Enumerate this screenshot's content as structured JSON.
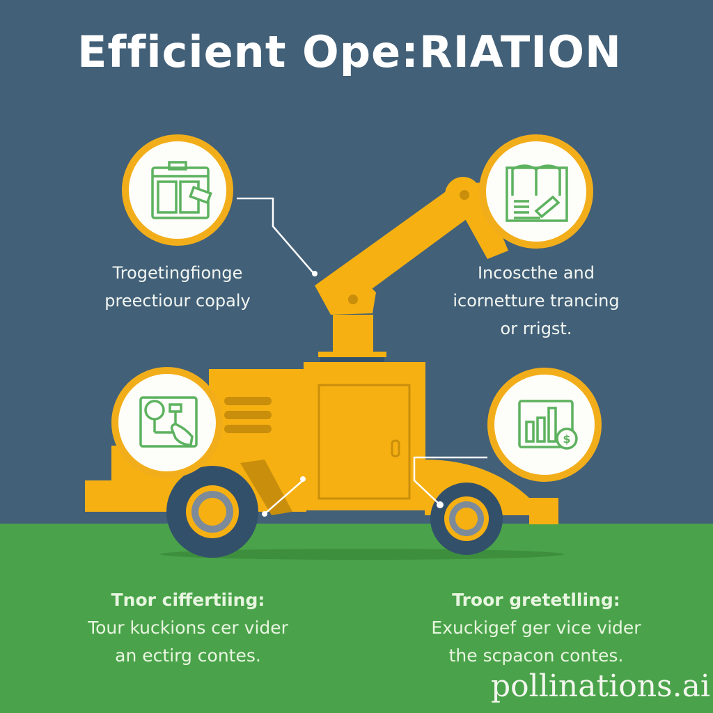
{
  "title": "Efficient Ope:RIATION",
  "colors": {
    "sky": "#426078",
    "ground": "#4aa34a",
    "machine_yellow": "#f6b012",
    "machine_shadow": "#c98e0b",
    "tire": "#33506b",
    "hub": "#7d8a9a",
    "icon_green": "#5db25f",
    "circle_ring": "#f2ae1a"
  },
  "callouts": {
    "top_left": {
      "icon": "window-panel-icon",
      "lines": [
        "Trogetingfionge",
        "preectiour copaly"
      ]
    },
    "top_right": {
      "icon": "open-book-pencil-icon",
      "lines": [
        "Incoscthe and",
        "icornetture trancing",
        "or rrigst."
      ]
    },
    "middle_left": {
      "icon": "touch-control-panel-icon"
    },
    "middle_right": {
      "icon": "bar-chart-dollar-icon"
    },
    "bottom_left": {
      "heading": "Tnor ciffertiing:",
      "lines": [
        "Tour kuckions cer vider",
        "an ectirg contes."
      ]
    },
    "bottom_right": {
      "heading": "Troor gretetlling:",
      "lines": [
        "Exuckigef ger vice vider",
        "the scpacon contes."
      ]
    }
  },
  "watermark": "pollinations.ai"
}
